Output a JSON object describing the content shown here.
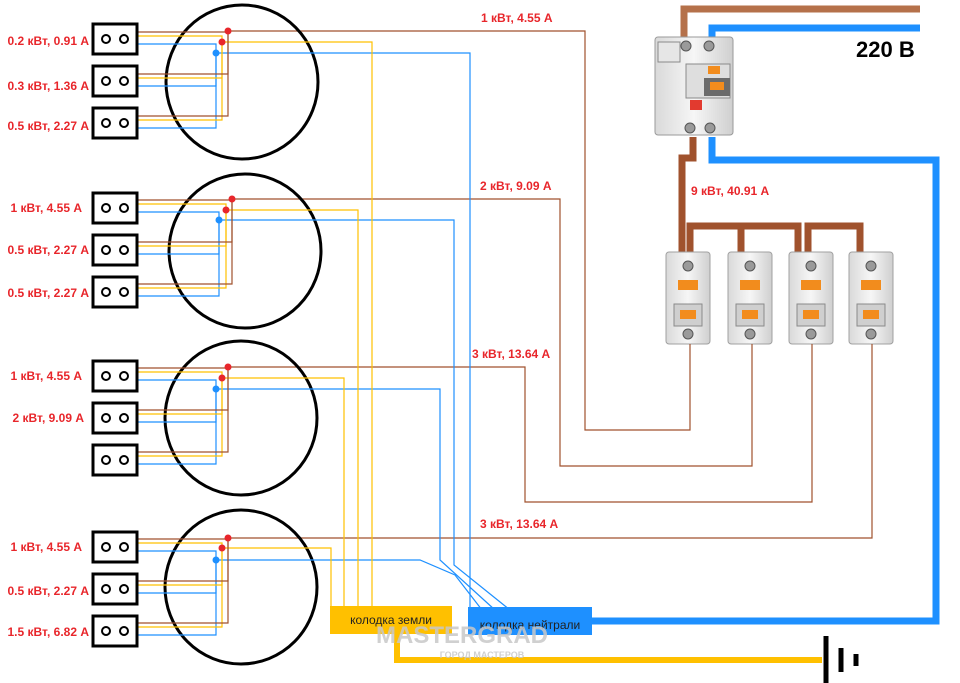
{
  "supply": {
    "voltage_label": "220 В"
  },
  "main_feed_label": "9 кВт, 40.91 А",
  "bus_boxes": {
    "ground": "колодка земли",
    "neutral": "колодка нейтрали"
  },
  "watermark": {
    "brand": "MASTERGRAD",
    "tagline": "ГОРОД МАСТЕРОВ"
  },
  "groups": [
    {
      "line_label": "1 кВт, 4.55 А",
      "sockets": [
        "0.2 кВт, 0.91 А",
        "0.3 кВт, 1.36 А",
        "0.5 кВт, 2.27 А"
      ]
    },
    {
      "line_label": "2 кВт, 9.09 А",
      "sockets": [
        "1 кВт, 4.55 А",
        "0.5 кВт, 2.27 А",
        "0.5 кВт, 2.27 А"
      ]
    },
    {
      "line_label": "3 кВт, 13.64 А",
      "sockets": [
        "1 кВт, 4.55 А",
        "2 кВт, 9.09 А",
        ""
      ]
    },
    {
      "line_label": "3 кВт, 13.64 А",
      "sockets": [
        "1 кВт, 4.55 А",
        "0.5 кВт, 2.27 А",
        "1.5 кВт, 6.82 А"
      ]
    }
  ],
  "colors": {
    "phase": "#a0522d",
    "neutral": "#1e90ff",
    "ground": "#ffc000",
    "supply_phase": "#b5714a",
    "label": "#e8262b"
  }
}
